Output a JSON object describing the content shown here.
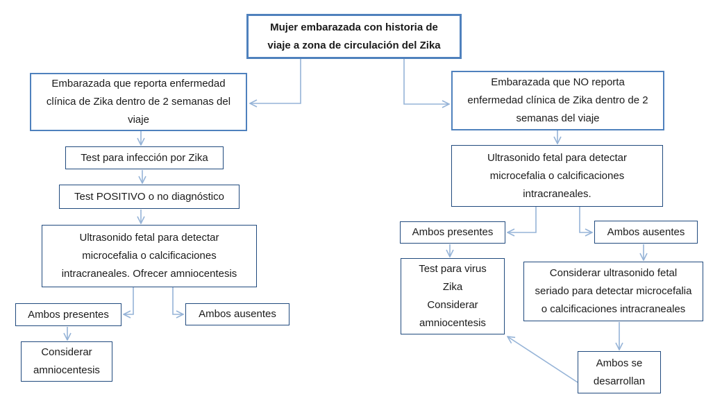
{
  "diagram": {
    "language": "es",
    "topic": "Algoritmo de manejo: mujer embarazada con historia de viaje a zona de circulación del Zika",
    "colors": {
      "box_border_accent": "#4F81BD",
      "box_border_dark": "#1F497D",
      "connector": "#95B3D7",
      "text": "#1a1a1a",
      "background": "#ffffff"
    },
    "nodes": {
      "root": {
        "lines": [
          "Mujer embarazada con historia de",
          "viaje a zona de circulación del Zika"
        ]
      },
      "left_branch": {
        "lines": [
          "Embarazada que reporta enfermedad",
          "clínica de Zika dentro de 2 semanas del",
          "viaje"
        ]
      },
      "right_branch": {
        "lines": [
          "Embarazada que NO reporta",
          "enfermedad clínica de Zika dentro de 2",
          "semanas del viaje"
        ]
      },
      "left_test": {
        "lines": [
          "Test para infección por Zika"
        ]
      },
      "left_test_result": {
        "lines": [
          "Test POSITIVO o no diagnóstico"
        ]
      },
      "left_ultrasound": {
        "lines": [
          "Ultrasonido fetal para detectar",
          "microcefalia o calcificaciones",
          "intracraneales. Ofrecer amniocentesis"
        ]
      },
      "left_both_present": {
        "lines": [
          "Ambos presentes"
        ]
      },
      "left_both_absent": {
        "lines": [
          "Ambos ausentes"
        ]
      },
      "left_consider_amnio": {
        "lines": [
          "Considerar",
          "amniocentesis"
        ]
      },
      "right_ultrasound": {
        "lines": [
          "Ultrasonido fetal para detectar",
          "microcefalia o calcificaciones",
          "intracraneales."
        ]
      },
      "right_both_present": {
        "lines": [
          "Ambos presentes"
        ]
      },
      "right_both_absent": {
        "lines": [
          "Ambos ausentes"
        ]
      },
      "right_test_virus": {
        "lines": [
          "Test para virus",
          "Zika",
          "Considerar",
          "amniocentesis"
        ]
      },
      "right_serial_ultrasound": {
        "lines": [
          "Considerar ultrasonido fetal",
          "seriado para detectar microcefalia",
          "o calcificaciones intracraneales"
        ]
      },
      "right_both_develop": {
        "lines": [
          "Ambos se",
          "desarrollan"
        ]
      }
    }
  }
}
